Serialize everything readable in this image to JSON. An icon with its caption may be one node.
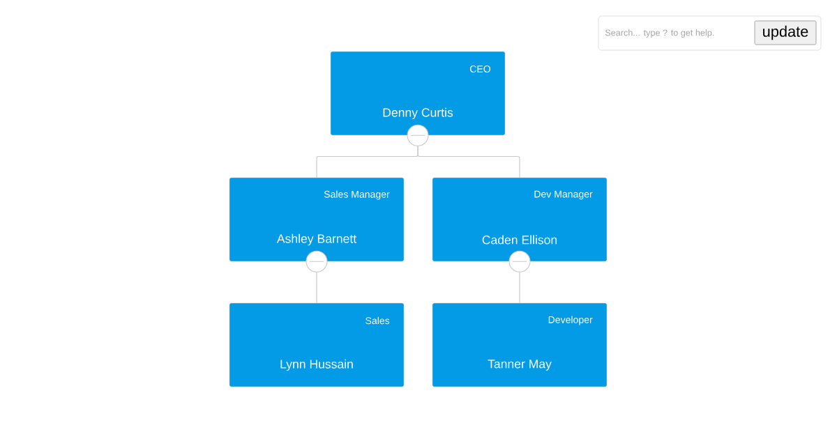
{
  "diagram": {
    "nodes": [
      {
        "text": [
          "CEO",
          "Denny Curtis"
        ]
      },
      {
        "text": [
          "Sales Manager",
          "Ashley Barnett"
        ]
      },
      {
        "text": [
          "Dev Manager",
          "Caden Ellison"
        ]
      },
      {
        "text": [
          "Sales",
          "Lynn Hussain"
        ]
      },
      {
        "text": [
          "Developer",
          "Tanner May"
        ]
      }
    ],
    "edges": [
      {
        "from": 0,
        "to": 1,
        "arrow": "none"
      },
      {
        "from": 0,
        "to": 2,
        "arrow": "none"
      },
      {
        "from": 1,
        "to": 3,
        "arrow": "none"
      },
      {
        "from": 2,
        "to": 4,
        "arrow": "none"
      }
    ],
    "labels": [
      "Search... type ? to get help.",
      "update"
    ]
  }
}
